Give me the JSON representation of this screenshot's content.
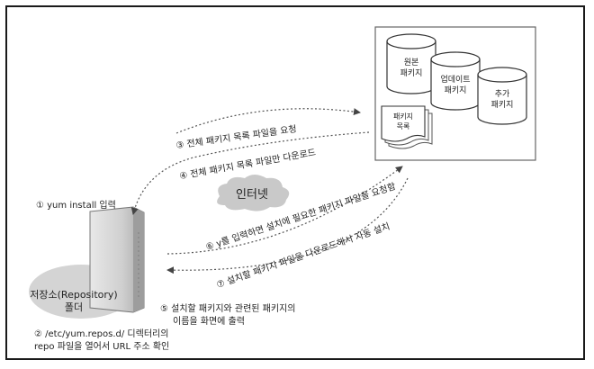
{
  "repository_box": {
    "cylinders": [
      {
        "label_lines": [
          "원본",
          "패키지"
        ]
      },
      {
        "label_lines": [
          "업데이트",
          "패키지"
        ]
      },
      {
        "label_lines": [
          "추가",
          "패키지"
        ]
      }
    ],
    "package_list": {
      "label_lines": [
        "패키지",
        "목록"
      ]
    }
  },
  "internet_cloud": {
    "label": "인터넷"
  },
  "repo_folder": {
    "label_lines": [
      "저장소(Repository)",
      "폴더"
    ]
  },
  "steps": {
    "s1": "① yum install 입력",
    "s2_lines": [
      "② /etc/yum.repos.d/ 디렉터리의",
      "repo 파일을 열어서 URL 주소 확인"
    ],
    "s3": "③ 전체 패키지 목록 파일을 요청",
    "s4": "④ 전체 패키지 목록 파일만 다운로드",
    "s5_lines": [
      "⑤ 설치할 패키지와 관련된 패키지의",
      "이름을 화면에 출력"
    ],
    "s6": "⑥ y를 입력하면 설치에 필요한 패키지 파일을 요청함",
    "s7": "⑦ 설치할 패키지 파일을 다운로드해서 자동 설치"
  }
}
